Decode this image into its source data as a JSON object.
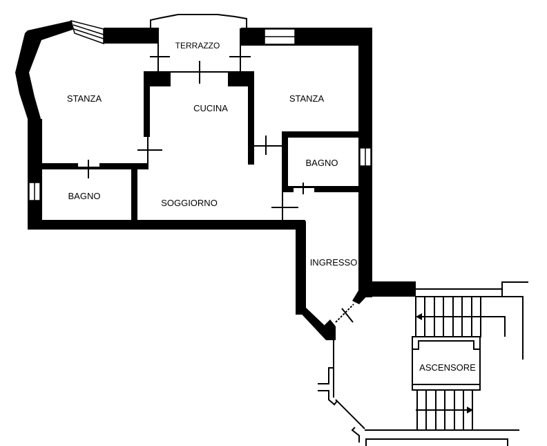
{
  "plan": {
    "title": "Floor plan",
    "rooms": [
      {
        "id": "stanza-left",
        "label": "STANZA"
      },
      {
        "id": "terrazzo",
        "label": "TERRAZZO"
      },
      {
        "id": "cucina",
        "label": "CUCINA"
      },
      {
        "id": "stanza-right",
        "label": "STANZA"
      },
      {
        "id": "bagno-right",
        "label": "BAGNO"
      },
      {
        "id": "bagno-left",
        "label": "BAGNO"
      },
      {
        "id": "soggiorno",
        "label": "SOGGIORNO"
      },
      {
        "id": "ingresso",
        "label": "INGRESSO"
      },
      {
        "id": "ascensore",
        "label": "ASCENSORE"
      }
    ],
    "colors": {
      "wall": "#000000",
      "background": "#ffffff"
    }
  }
}
